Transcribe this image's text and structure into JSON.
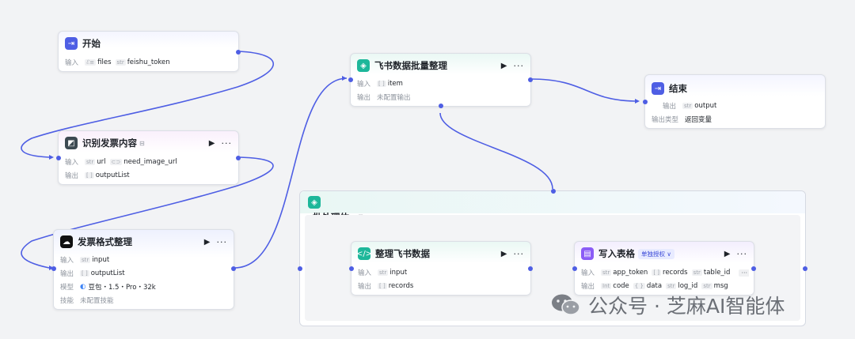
{
  "nodes": {
    "start": {
      "title": "开始",
      "input_label": "输入",
      "inputs": [
        {
          "type": "ℰ≡",
          "name": "files"
        },
        {
          "type": "str",
          "name": "feishu_token"
        }
      ]
    },
    "recognize": {
      "title": "识别发票内容",
      "input_label": "输入",
      "output_label": "输出",
      "inputs": [
        {
          "type": "str",
          "name": "url"
        },
        {
          "type": "⊂⊃",
          "name": "need_image_url"
        }
      ],
      "outputs": [
        {
          "type": "[ ]",
          "name": "outputList"
        }
      ]
    },
    "format": {
      "title": "发票格式整理",
      "input_label": "输入",
      "output_label": "输出",
      "model_label": "模型",
      "skill_label": "技能",
      "inputs": [
        {
          "type": "str",
          "name": "input"
        }
      ],
      "outputs": [
        {
          "type": "[ ]",
          "name": "outputList"
        }
      ],
      "model_value": "豆包・1.5・Pro・32k",
      "skill_value": "未配置技能"
    },
    "feishu_batch": {
      "title": "飞书数据批量整理",
      "input_label": "输入",
      "output_label": "输出",
      "inputs": [
        {
          "type": "[ ]",
          "name": "item"
        }
      ],
      "output_value": "未配置输出"
    },
    "end": {
      "title": "结束",
      "output_label": "输出",
      "output_type_label": "输出类型",
      "outputs": [
        {
          "type": "str",
          "name": "output"
        }
      ],
      "output_type_value": "返回变量"
    },
    "batch_body": {
      "title": "批处理体",
      "info_icon": "ⓘ"
    },
    "clean": {
      "title": "整理飞书数据",
      "input_label": "输入",
      "output_label": "输出",
      "inputs": [
        {
          "type": "str",
          "name": "input"
        }
      ],
      "outputs": [
        {
          "type": "[ ]",
          "name": "records"
        }
      ]
    },
    "write": {
      "title": "写入表格",
      "tag": "单独授权 ∨",
      "input_label": "输入",
      "output_label": "输出",
      "inputs": [
        {
          "type": "str",
          "name": "app_token"
        },
        {
          "type": "[ ]",
          "name": "records"
        },
        {
          "type": "str",
          "name": "table_id"
        }
      ],
      "more_inputs": "···",
      "outputs": [
        {
          "type": "Int",
          "name": "code"
        },
        {
          "type": "{ }",
          "name": "data"
        },
        {
          "type": "str",
          "name": "log_id"
        },
        {
          "type": "str",
          "name": "msg"
        }
      ]
    }
  },
  "controls": {
    "run": "▶",
    "more": "···"
  },
  "watermark": "公众号 · 芝麻AI智能体",
  "colors": {
    "accent": "#4e5ee4",
    "start_icon": "#4e5ee4",
    "code_icon": "#1db79a",
    "table_icon": "#8b5cf6"
  }
}
